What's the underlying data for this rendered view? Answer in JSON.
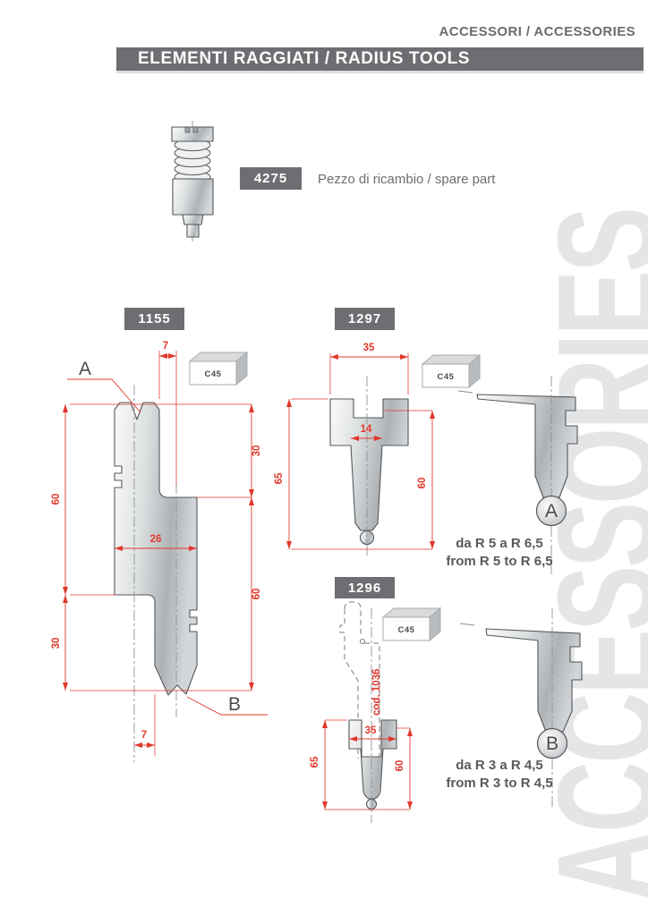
{
  "header": {
    "label": "ACCESSORI / ACCESSORIES",
    "title": "ELEMENTI RAGGIATI / RADIUS TOOLS"
  },
  "watermark": "ACCESSORIES",
  "material_label": "C45",
  "colors": {
    "accent_red": "#e0382d",
    "badge_gray": "#6d6e71",
    "watermark_gray": "#e4e5e6"
  },
  "spare_part": {
    "code": "4275",
    "caption": "Pezzo di ricambio / spare part"
  },
  "t1155": {
    "code": "1155",
    "label_a": "A",
    "label_b": "B",
    "d_top": "7",
    "d_left_upper": "60",
    "d_right_upper": "30",
    "d_mid": "26",
    "d_right_lower": "60",
    "d_left_lower": "30",
    "d_bottom": "7"
  },
  "t1297": {
    "code": "1297",
    "d_width": "35",
    "d_slot": "14",
    "d_left": "65",
    "d_right": "60"
  },
  "t1296": {
    "code": "1296",
    "adapter": "cod. 1036",
    "d_width": "35",
    "d_left": "65",
    "d_right": "60"
  },
  "variant_a": {
    "label": "A",
    "caption_it": "da R 5 a R 6,5",
    "caption_en": "from R 5 to R 6,5"
  },
  "variant_b": {
    "label": "B",
    "caption_it": "da R 3 a R 4,5",
    "caption_en": "from R 3 to R 4,5"
  }
}
